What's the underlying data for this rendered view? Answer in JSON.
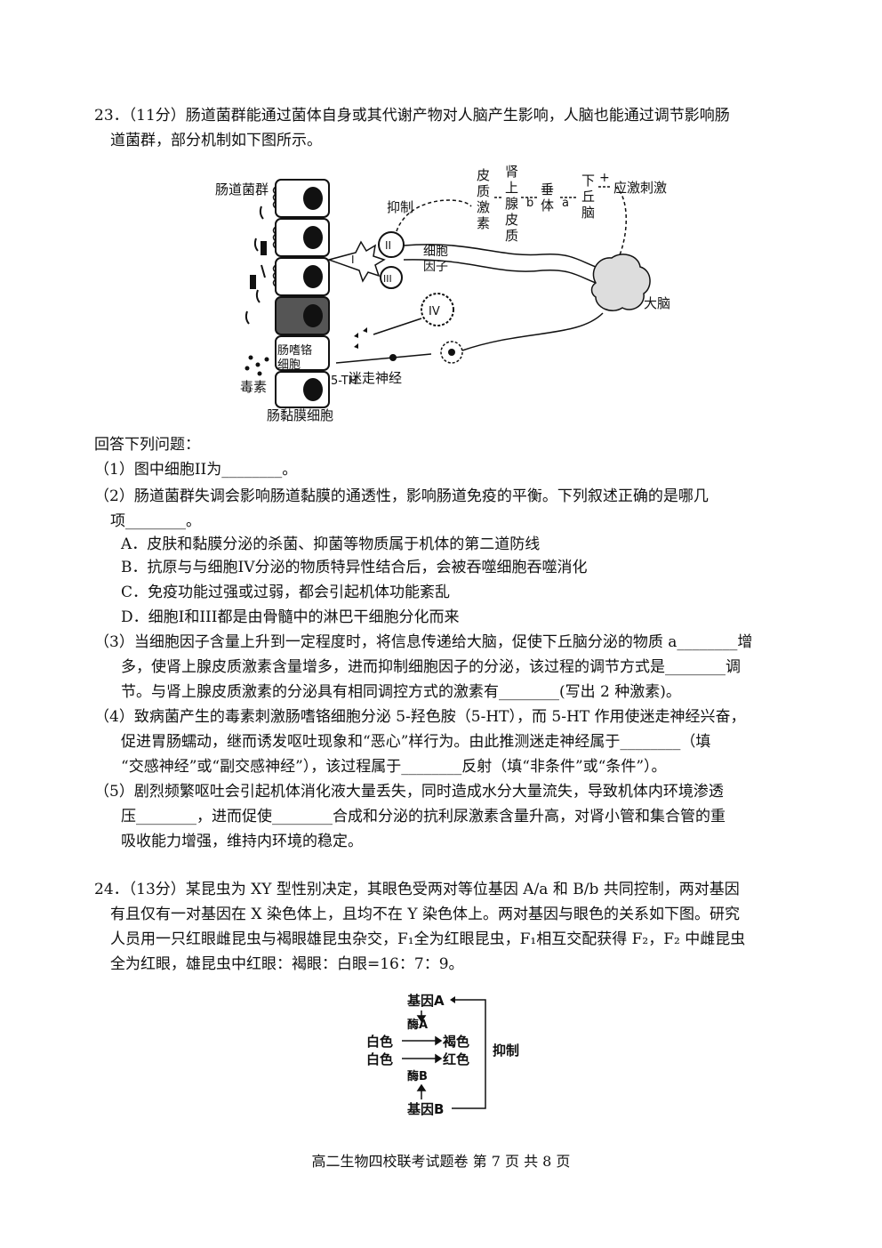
{
  "q23": {
    "line1": "23．（11分）肠道菌群能通过菌体自身或其代谢产物对人脑产生影响，人脑也能通过调节影响肠",
    "line2": "道菌群，部分机制如下图所示。",
    "figure": {
      "gut_flora": "肠道菌群",
      "inhibit": "抑制",
      "cortisol": [
        "皮",
        "质",
        "激",
        "素"
      ],
      "adrenal_cortex": [
        "肾",
        "上",
        "腺",
        "皮",
        "质"
      ],
      "pituitary": [
        "垂",
        "体"
      ],
      "hypothalamus": [
        "下",
        "丘",
        "脑"
      ],
      "label_b": "b",
      "label_a": "a",
      "plus": "+",
      "stress": "应激刺激",
      "cell_1": "I",
      "cell_2": "II",
      "cell_3": "III",
      "cell_4": "IV",
      "cytokine": [
        "细胞",
        "因子"
      ],
      "brain": "大脑",
      "enterochromaffin": [
        "肠嗜铬",
        "细胞"
      ],
      "serotonin": "5-TH",
      "vagus": "迷走神经",
      "toxin": "毒素",
      "mucosal_cell": "肠黏膜细胞"
    },
    "answer_intro": "回答下列问题：",
    "p1": "（1）图中细胞II为________。",
    "p2a": "（2）肠道菌群失调会影响肠道黏膜的通透性，影响肠道免疫的平衡。下列叙述正确的是哪几",
    "p2b": "项________。",
    "optA": "A．皮肤和黏膜分泌的杀菌、抑菌等物质属于机体的第二道防线",
    "optB": "B．抗原与与细胞IV分泌的物质特异性结合后，会被吞噬细胞吞噬消化",
    "optC": "C．免疫功能过强或过弱，都会引起机体功能紊乱",
    "optD": "D．细胞I和III都是由骨髓中的淋巴干细胞分化而来",
    "p3a": "（3）当细胞因子含量上升到一定程度时，将信息传递给大脑，促使下丘脑分泌的物质 a________增",
    "p3b": "多，使肾上腺皮质激素含量增多，进而抑制细胞因子的分泌，该过程的调节方式是________调",
    "p3c": "节。与肾上腺皮质激素的分泌具有相同调控方式的激素有________(写出 2 种激素)。",
    "p4a": "（4）致病菌产生的毒素刺激肠嗜铬细胞分泌 5-羟色胺（5-HT），而 5-HT 作用使迷走神经兴奋，",
    "p4b": "促进胃肠蠕动，继而诱发呕吐现象和“恶心”样行为。由此推测迷走神经属于________（填",
    "p4c": "“交感神经”或“副交感神经”），该过程属于________反射（填“非条件”或“条件”）。",
    "p5a": "（5）剧烈频繁呕吐会引起机体消化液大量丢失，同时造成水分大量流失，导致机体内环境渗透",
    "p5b": "压________，进而促使________合成和分泌的抗利尿激素含量升高，对肾小管和集合管的重",
    "p5c": "吸收能力增强，维持内环境的稳定。"
  },
  "q24": {
    "line1": "24．（13分）某昆虫为 XY 型性别决定，其眼色受两对等位基因 A/a 和 B/b 共同控制，两对基因",
    "line2": "有且仅有一对基因在 X 染色体上，且均不在 Y 染色体上。两对基因与眼色的关系如下图。研究",
    "line3": "人员用一只红眼雌昆虫与褐眼雄昆虫杂交，F₁全为红眼昆虫，F₁相互交配获得 F₂，F₂ 中雌昆虫",
    "line4": "全为红眼，雄昆虫中红眼：褐眼：白眼=16：7：9。",
    "figure": {
      "gene_a": "基因A",
      "enzyme_a": "酶A",
      "white1": "白色",
      "brown": "褐色",
      "white2": "白色",
      "red": "红色",
      "enzyme_b": "酶B",
      "gene_b": "基因B",
      "inhibit": "抑制"
    }
  },
  "footer": "高二生物四校联考试题卷 第 7 页 共 8 页"
}
